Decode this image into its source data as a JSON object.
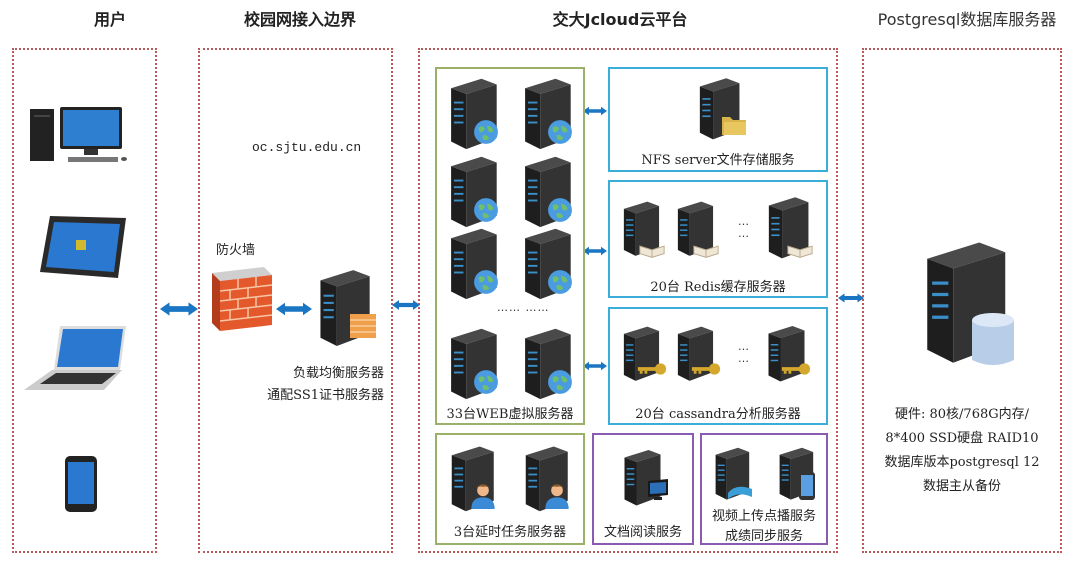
{
  "sections": {
    "users": {
      "title": "用户",
      "devices": [
        "desktop-computer",
        "tablet",
        "laptop",
        "smartphone"
      ]
    },
    "campus_edge": {
      "title": "校园网接入边界",
      "domain": "oc.sjtu.edu.cn",
      "firewall_label": "防火墙",
      "lb_label_line1": "负载均衡服务器",
      "lb_label_line2": "通配SS1证书服务器"
    },
    "jcloud": {
      "title": "交大Jcloud云平台",
      "web": {
        "label": "33台WEB虚拟服务器",
        "ellipsis": "…… ……"
      },
      "nfs": {
        "label": "NFS server文件存储服务"
      },
      "redis": {
        "label": "20台 Redis缓存服务器",
        "ellipsis": "…\n…"
      },
      "cassandra": {
        "label": "20台 cassandra分析服务器",
        "ellipsis": "…\n…"
      },
      "delay": {
        "label": "3台延时任务服务器"
      },
      "doc": {
        "label": "文档阅读服务"
      },
      "video": {
        "label_line1": "视频上传点播服务",
        "label_line2": "成绩同步服务"
      }
    },
    "db": {
      "title": "Postgresql数据库服务器",
      "spec_line1": "硬件: 80核/768G内存/",
      "spec_line2": "8*400 SSD硬盘 RAID10",
      "spec_line3": "数据库版本postgresql 12",
      "spec_line4": "数据主从备份"
    }
  },
  "colors": {
    "zone_border": "#b85a5a",
    "web_box": "#9bb16a",
    "service_box": "#3aaed8",
    "misc_box": "#8a5bb0",
    "arrow": "#1a75c2",
    "server_body": "#2b2b2b"
  }
}
